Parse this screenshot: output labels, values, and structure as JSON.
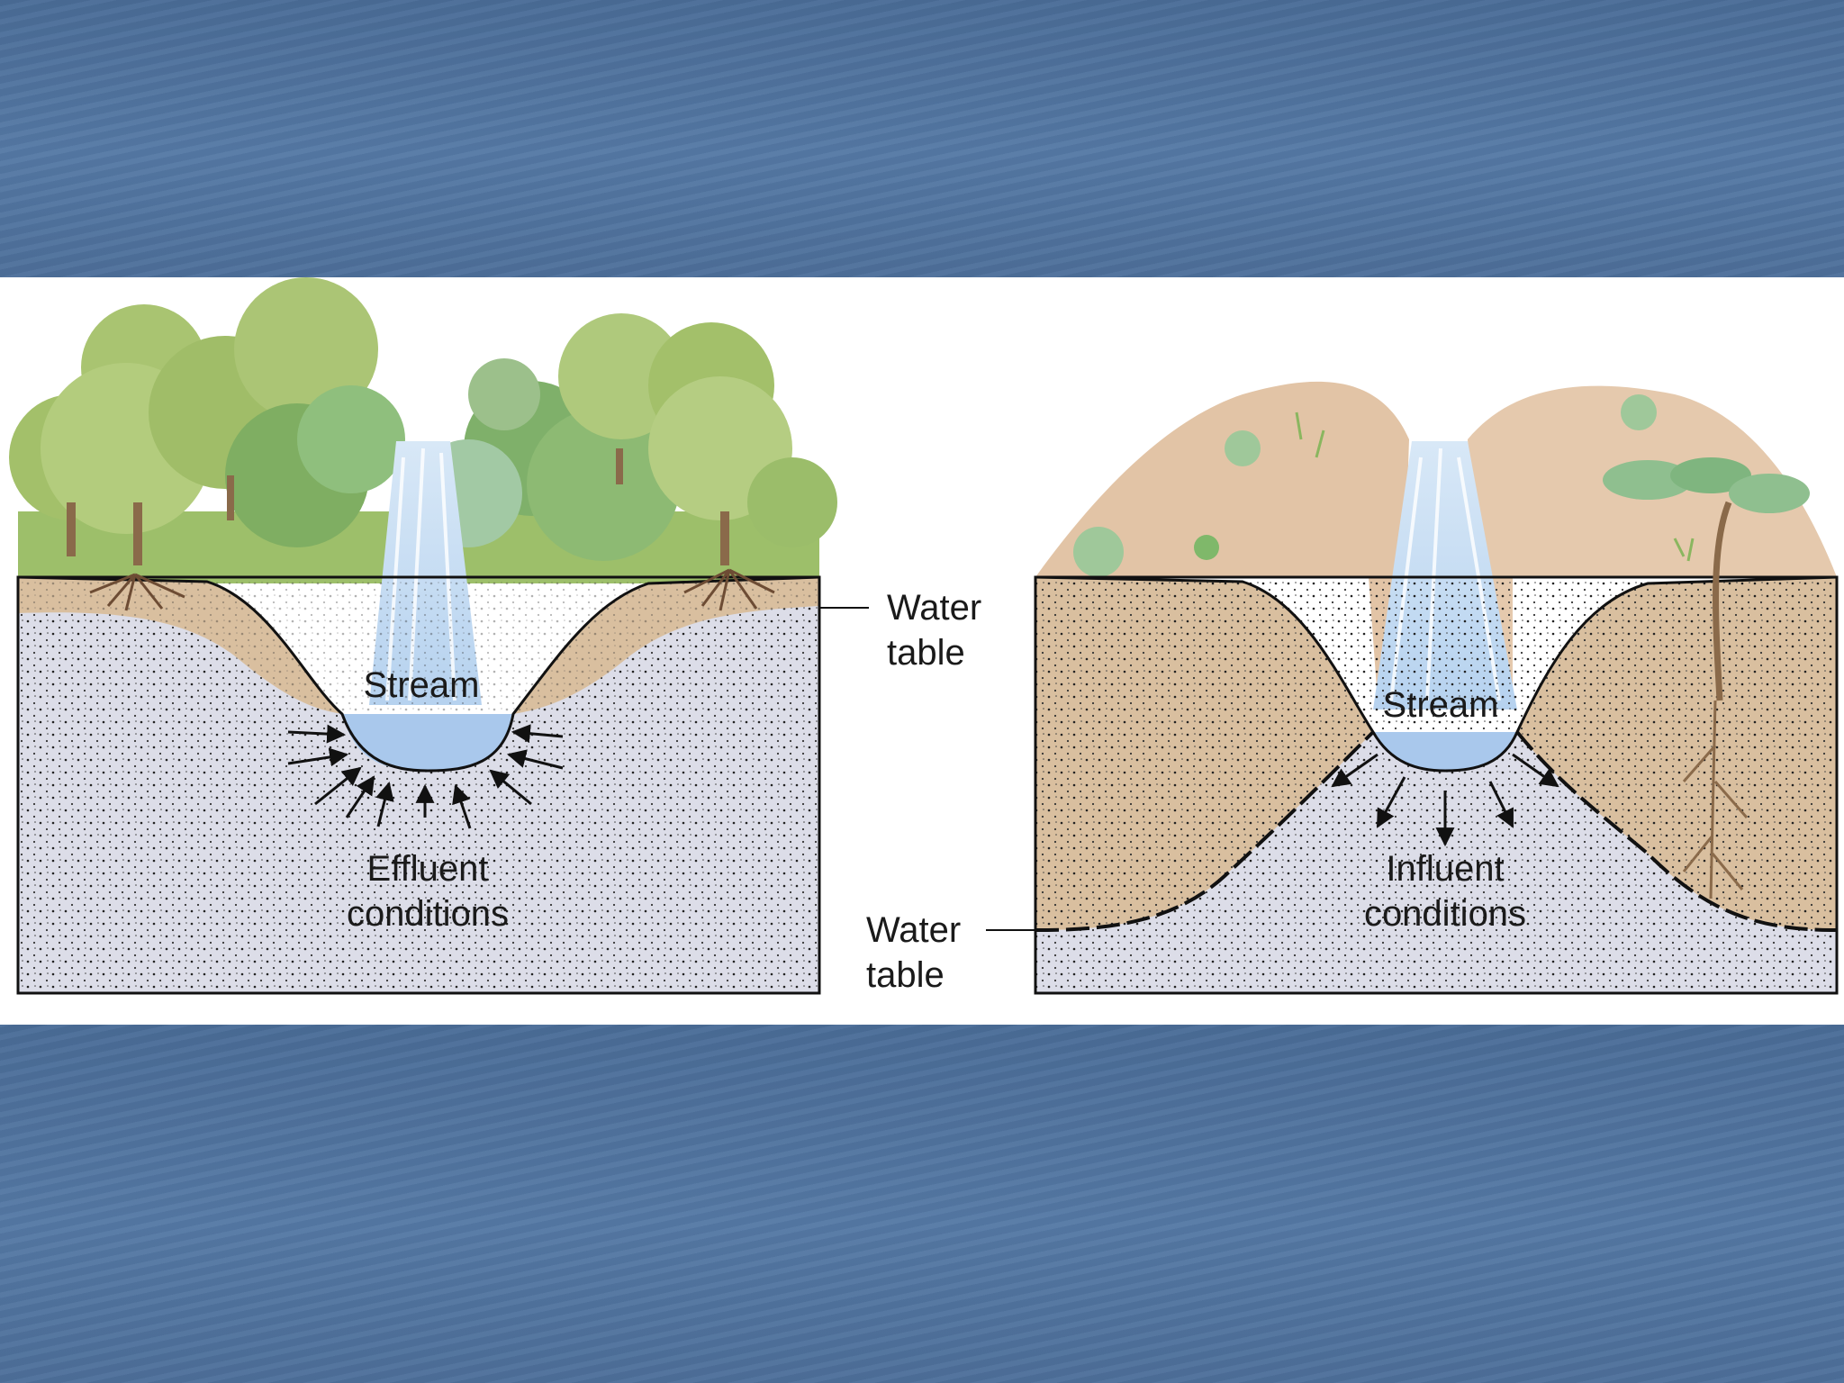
{
  "left_diagram": {
    "stream_label": "Stream",
    "condition_line1": "Effluent",
    "condition_line2": "conditions"
  },
  "right_diagram": {
    "stream_label": "Stream",
    "condition_line1": "Influent",
    "condition_line2": "conditions"
  },
  "water_table_label_top": {
    "line1": "Water",
    "line2": "table"
  },
  "water_table_label_bottom": {
    "line1": "Water",
    "line2": "table"
  },
  "colors": {
    "slide_background": "#4d6f99",
    "soil": "#d9bf9f",
    "saturated_zone": "#dcdde8",
    "water": "#a9c8ec",
    "foliage": "#8fb35f",
    "dry_hill": "#e2c4a6"
  }
}
